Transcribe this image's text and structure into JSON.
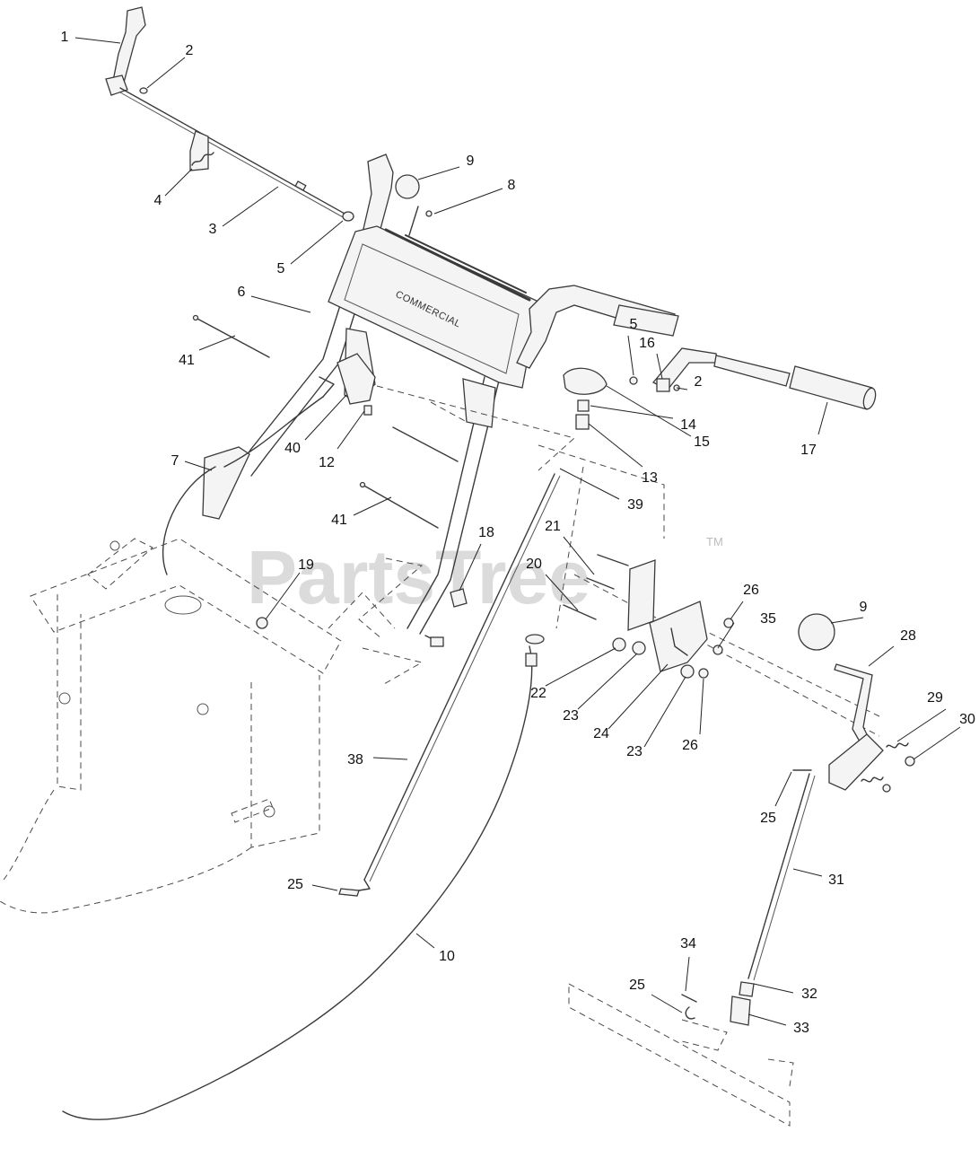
{
  "brand_text": "COMMERCIAL",
  "watermark": {
    "text": "PartsTree",
    "tm": "TM",
    "color": "#cfcfcf"
  },
  "callouts": [
    {
      "id": "c1",
      "label": "1"
    },
    {
      "id": "c2a",
      "label": "2"
    },
    {
      "id": "c2b",
      "label": "2"
    },
    {
      "id": "c3",
      "label": "3"
    },
    {
      "id": "c4",
      "label": "4"
    },
    {
      "id": "c5a",
      "label": "5"
    },
    {
      "id": "c5b",
      "label": "5"
    },
    {
      "id": "c6",
      "label": "6"
    },
    {
      "id": "c7",
      "label": "7"
    },
    {
      "id": "c8",
      "label": "8"
    },
    {
      "id": "c9a",
      "label": "9"
    },
    {
      "id": "c9b",
      "label": "9"
    },
    {
      "id": "c10",
      "label": "10"
    },
    {
      "id": "c12",
      "label": "12"
    },
    {
      "id": "c13",
      "label": "13"
    },
    {
      "id": "c14",
      "label": "14"
    },
    {
      "id": "c15",
      "label": "15"
    },
    {
      "id": "c16",
      "label": "16"
    },
    {
      "id": "c17",
      "label": "17"
    },
    {
      "id": "c18",
      "label": "18"
    },
    {
      "id": "c19",
      "label": "19"
    },
    {
      "id": "c20",
      "label": "20"
    },
    {
      "id": "c21",
      "label": "21"
    },
    {
      "id": "c22",
      "label": "22"
    },
    {
      "id": "c23a",
      "label": "23"
    },
    {
      "id": "c23b",
      "label": "23"
    },
    {
      "id": "c24",
      "label": "24"
    },
    {
      "id": "c25a",
      "label": "25"
    },
    {
      "id": "c25b",
      "label": "25"
    },
    {
      "id": "c25c",
      "label": "25"
    },
    {
      "id": "c26a",
      "label": "26"
    },
    {
      "id": "c26b",
      "label": "26"
    },
    {
      "id": "c28",
      "label": "28"
    },
    {
      "id": "c29",
      "label": "29"
    },
    {
      "id": "c30",
      "label": "30"
    },
    {
      "id": "c31",
      "label": "31"
    },
    {
      "id": "c32",
      "label": "32"
    },
    {
      "id": "c33",
      "label": "33"
    },
    {
      "id": "c34",
      "label": "34"
    },
    {
      "id": "c35",
      "label": "35"
    },
    {
      "id": "c38",
      "label": "38"
    },
    {
      "id": "c39",
      "label": "39"
    },
    {
      "id": "c40",
      "label": "40"
    },
    {
      "id": "c41a",
      "label": "41"
    },
    {
      "id": "c41b",
      "label": "41"
    }
  ]
}
